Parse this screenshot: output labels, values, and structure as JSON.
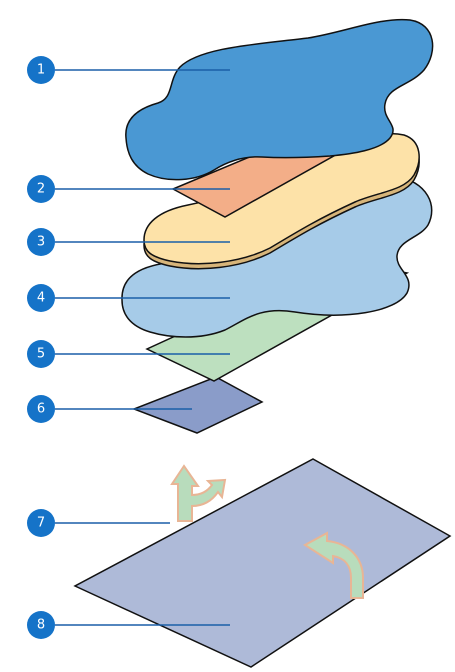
{
  "callouts": [
    {
      "label": "1"
    },
    {
      "label": "2"
    },
    {
      "label": "3"
    },
    {
      "label": "4"
    },
    {
      "label": "5"
    },
    {
      "label": "6"
    },
    {
      "label": "7"
    },
    {
      "label": "8"
    }
  ],
  "colors": {
    "callout_circle": "#1573c8",
    "leader_line": "#1a5fa8",
    "top_sheet": "#4a98d3",
    "acquisition_layer": "#f3ae88",
    "core": "#fde2a8",
    "lower_core": "#a6cbe8",
    "green_layer": "#bde0bf",
    "small_square": "#8a9cc9",
    "release_paper": "#aebad8",
    "arrow_fill": "#b8dcbc",
    "arrow_outline": "#e8b595",
    "outline": "#111111"
  }
}
